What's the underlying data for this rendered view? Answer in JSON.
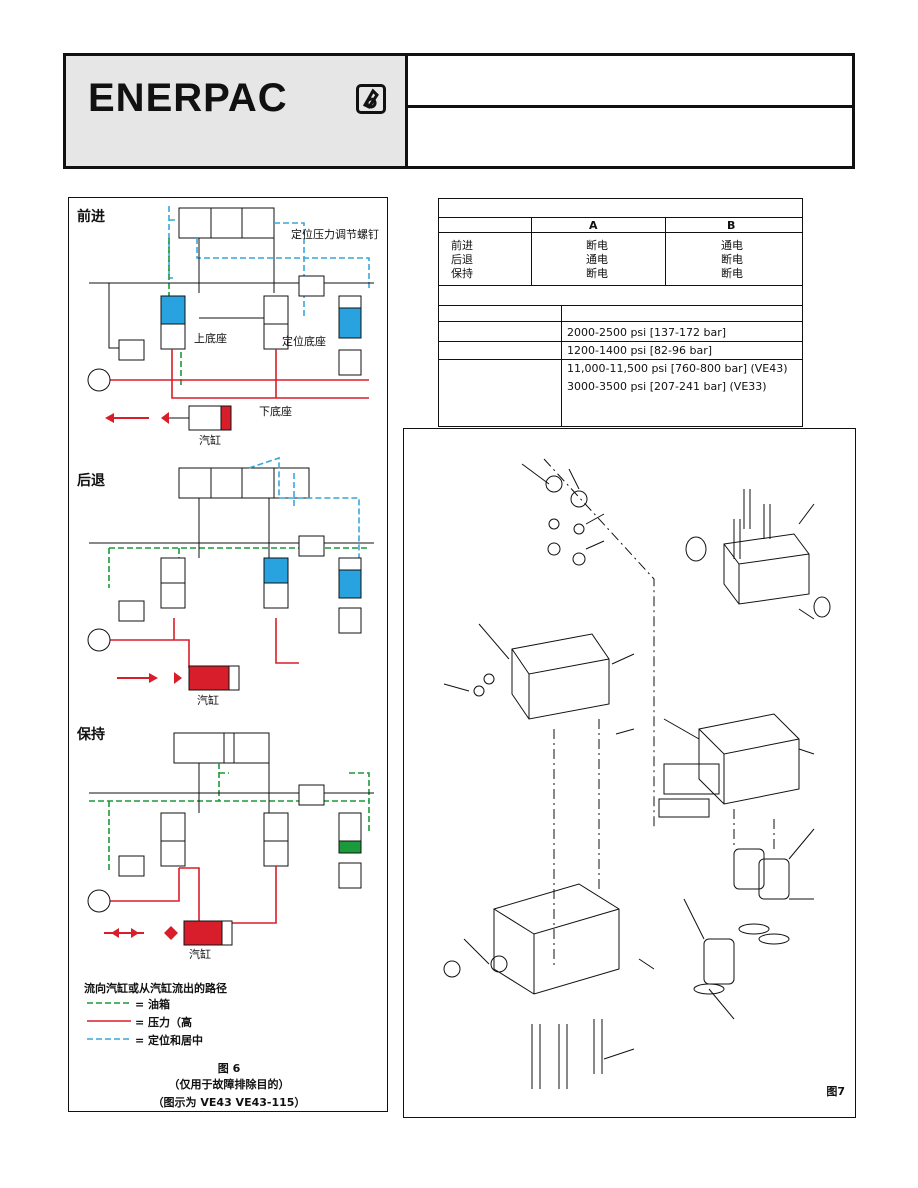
{
  "header": {
    "logo_text": "ENERPAC",
    "logo_mark": "®"
  },
  "figure6": {
    "modes": [
      {
        "title": "前进",
        "labels": {
          "adjust_screw": "定位压力调节螺钉",
          "upper_seat": "上底座",
          "locating_seat": "定位底座",
          "lower_seat": "下底座",
          "cylinder": "汽缸"
        }
      },
      {
        "title": "后退",
        "labels": {
          "cylinder": "汽缸"
        }
      },
      {
        "title": "保持",
        "labels": {
          "cylinder": "汽缸"
        }
      }
    ],
    "legend": {
      "title": "流向汽缸或从汽缸流出的路径",
      "items": [
        {
          "label": "= 油箱",
          "color": "#1a9a3a",
          "style": "dashed"
        },
        {
          "label": "= 压力（高",
          "color": "#d81e2a",
          "style": "solid"
        },
        {
          "label": "= 定位和居中",
          "color": "#3aa6d8",
          "style": "dashed"
        }
      ]
    },
    "caption_line1": "图 6",
    "caption_line2": "（仅用于故障排除目的）",
    "caption_line3": "（图示为 VE43 VE43-115）"
  },
  "spec_table": {
    "col_a": "A",
    "col_b": "B",
    "rows": [
      {
        "mode": "前进",
        "a": "断电",
        "b": "通电"
      },
      {
        "mode": "后退",
        "a": "通电",
        "b": "断电"
      },
      {
        "mode": "保持",
        "a": "断电",
        "b": "断电"
      }
    ],
    "pressures": [
      "2000-2500 psi [137-172 bar]",
      "1200-1400 psi [82-96 bar]",
      "11,000-11,500 psi [760-800 bar] (VE43)",
      "3000-3500 psi [207-241 bar] (VE33)"
    ]
  },
  "figure7": {
    "caption": "图7"
  },
  "colors": {
    "tank": "#1a9a3a",
    "pressure": "#d81e2a",
    "pilot": "#3aa6d8",
    "valve_blue": "#29a3e0"
  }
}
